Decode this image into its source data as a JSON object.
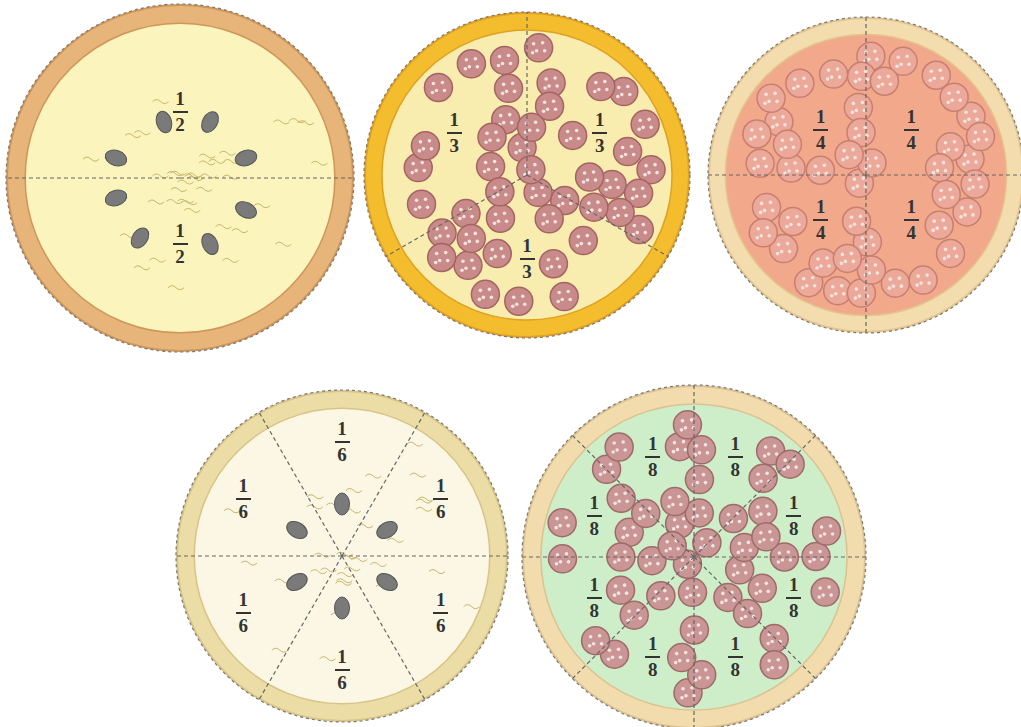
{
  "diagram": {
    "nodes": [
      {
        "text": [
          "1",
          "2",
          "1",
          "2"
        ]
      },
      {
        "text": [
          "1",
          "3",
          "1",
          "3",
          "1",
          "3"
        ]
      },
      {
        "text": [
          "1",
          "4",
          "1",
          "4",
          "1",
          "4",
          "1",
          "4"
        ]
      },
      {
        "text": [
          "1",
          "6",
          "1",
          "6",
          "1",
          "6",
          "1",
          "6",
          "1",
          "6",
          "1",
          "6"
        ]
      },
      {
        "text": [
          "1",
          "8",
          "1",
          "8",
          "1",
          "8",
          "1",
          "8",
          "1",
          "8",
          "1",
          "8",
          "1",
          "8",
          "1",
          "8"
        ]
      }
    ]
  }
}
